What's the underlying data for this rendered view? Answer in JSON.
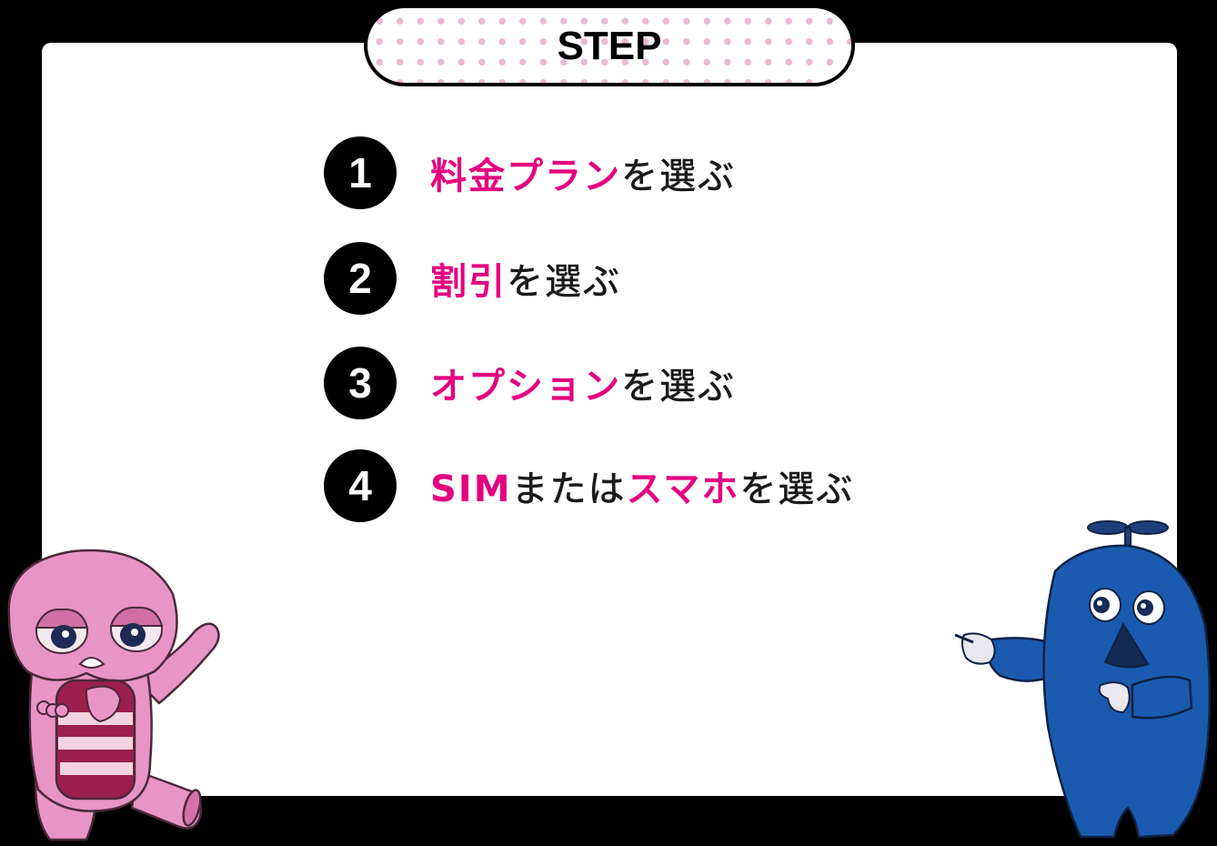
{
  "badge": {
    "label": "STEP"
  },
  "colors": {
    "accent": "#E4007F",
    "background": "#000000",
    "card": "#FFFFFF",
    "dots": "#EBB9D4"
  },
  "steps": [
    {
      "number": "1",
      "highlight": "料金プラン",
      "text": "を選ぶ"
    },
    {
      "number": "2",
      "highlight": "割引",
      "text": "を選ぶ"
    },
    {
      "number": "3",
      "highlight": "オプション",
      "text": "を選ぶ"
    },
    {
      "number": "4",
      "highlight": "SIM",
      "middle": "または",
      "highlight2": "スマホ",
      "text": "を選ぶ"
    }
  ],
  "mascots": {
    "left": "pink-mascot-illustration",
    "right": "blue-mascot-illustration"
  }
}
